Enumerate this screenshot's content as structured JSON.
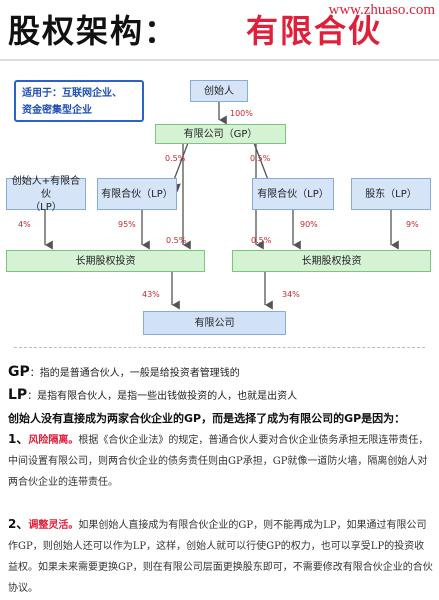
{
  "header": {
    "title_black": "股权架构：",
    "title_red": "有限合伙",
    "watermark": "www.zhuaso.com"
  },
  "diagram": {
    "scope_line1": "适用于：互联网企业、",
    "scope_line2": "资金密集型企业",
    "founder": "创始人",
    "gp_company": "有限公司（GP）",
    "lp_left_line1": "创始人+有限合伙",
    "lp_left_line2": "（LP）",
    "lp1": "有限合伙（LP）",
    "lp2": "有限合伙（LP）",
    "shareholder": "股东（LP）",
    "incentive_left": "长期股权投资",
    "incentive_right": "长期股权投资",
    "bottom_company": "有限公司",
    "pct_founder_gp": "100%",
    "pct_gp_left": "0.5%",
    "pct_gp_right": "0.5%",
    "pct_left_4": "4%",
    "pct_lp1_95": "95%",
    "pct_gp_mid_left": "0.5%",
    "pct_gp_mid_right": "0.5%",
    "pct_lp2_90": "90%",
    "pct_sh_9": "9%",
    "pct_bottom_left": "43%",
    "pct_bottom_right": "34%"
  },
  "text": {
    "gp_key": "GP",
    "gp_def": "：指的是普通合伙人，一般是给投资者管理钱的",
    "lp_key": "LP",
    "lp_def": "：是指有限合伙人，是指一些出钱做投资的人，也就是出资人",
    "reason_head": "创始人没有直接成为两家合伙企业的GP，而是选择了成为有限公司的GP是因为：",
    "p1_num": "1、",
    "p1_kw": "风险隔离。",
    "p1_body": "根据《合伙企业法》的规定，普通合伙人要对合伙企业债务承担无限连带责任，中间设置有限公司，则两合伙企业的债务责任则由GP承担，GP就像一道防火墙，隔离创始人对两合伙企业的连带责任。",
    "p2_num": "2、",
    "p2_kw": "调整灵活。",
    "p2_body": "如果创始人直接成为有限合伙企业的GP，则不能再成为LP，如果通过有限公司作GP，则创始人还可以作为LP，这样，创始人就可以行使GP的权力，也可以享受LP的投资收益权。如果未来需要更换GP，则在有限公司层面更换股东即可，不需要修改有限合伙企业的合伙协议。"
  },
  "colors": {
    "title_red": "#e0203a",
    "box_blue": "#d5e4f7",
    "box_green": "#d6f2d4",
    "percent_red": "#c8262e",
    "arrow": "#555555"
  }
}
